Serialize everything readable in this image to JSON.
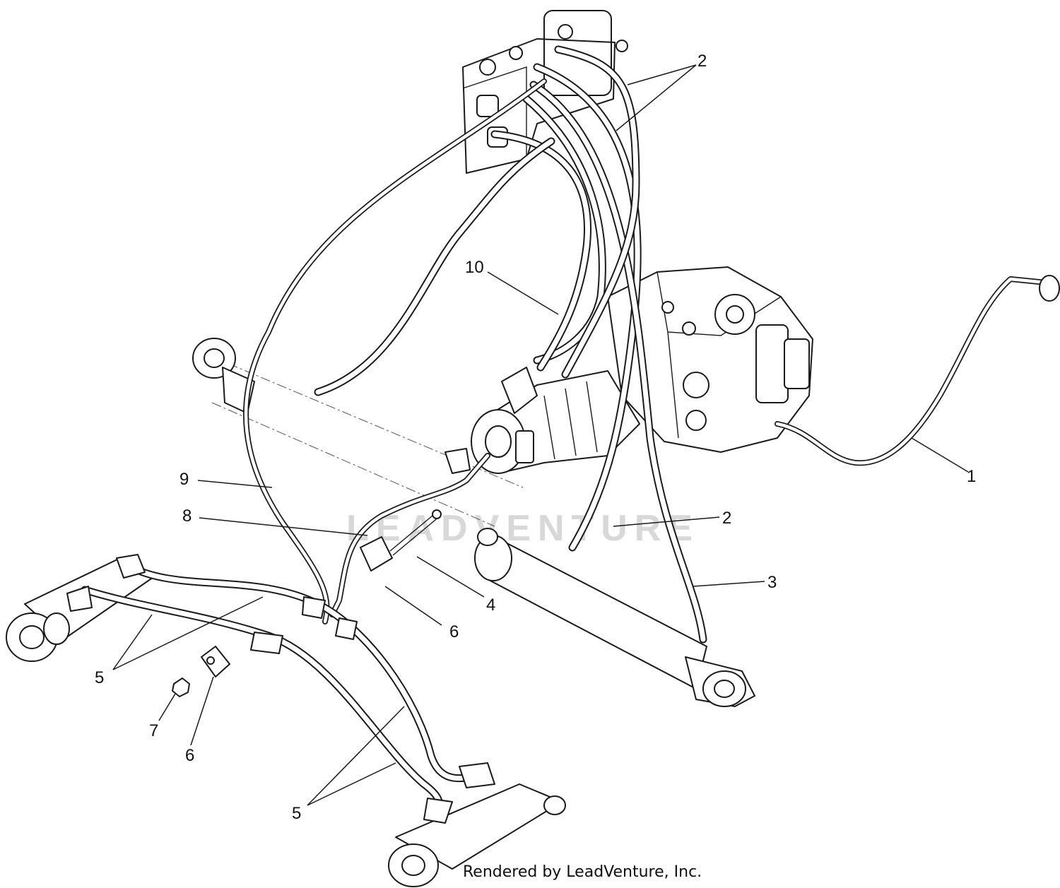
{
  "watermark": "LEADVENTURE",
  "credit": "Rendered by LeadVenture, Inc.",
  "callouts": [
    {
      "id": "c2a",
      "label": "2"
    },
    {
      "id": "c10",
      "label": "10"
    },
    {
      "id": "c1",
      "label": "1"
    },
    {
      "id": "c9",
      "label": "9"
    },
    {
      "id": "c8",
      "label": "8"
    },
    {
      "id": "c2b",
      "label": "2"
    },
    {
      "id": "c3",
      "label": "3"
    },
    {
      "id": "c4",
      "label": "4"
    },
    {
      "id": "c6a",
      "label": "6"
    },
    {
      "id": "c5a",
      "label": "5"
    },
    {
      "id": "c7",
      "label": "7"
    },
    {
      "id": "c6b",
      "label": "6"
    },
    {
      "id": "c5b",
      "label": "5"
    }
  ]
}
